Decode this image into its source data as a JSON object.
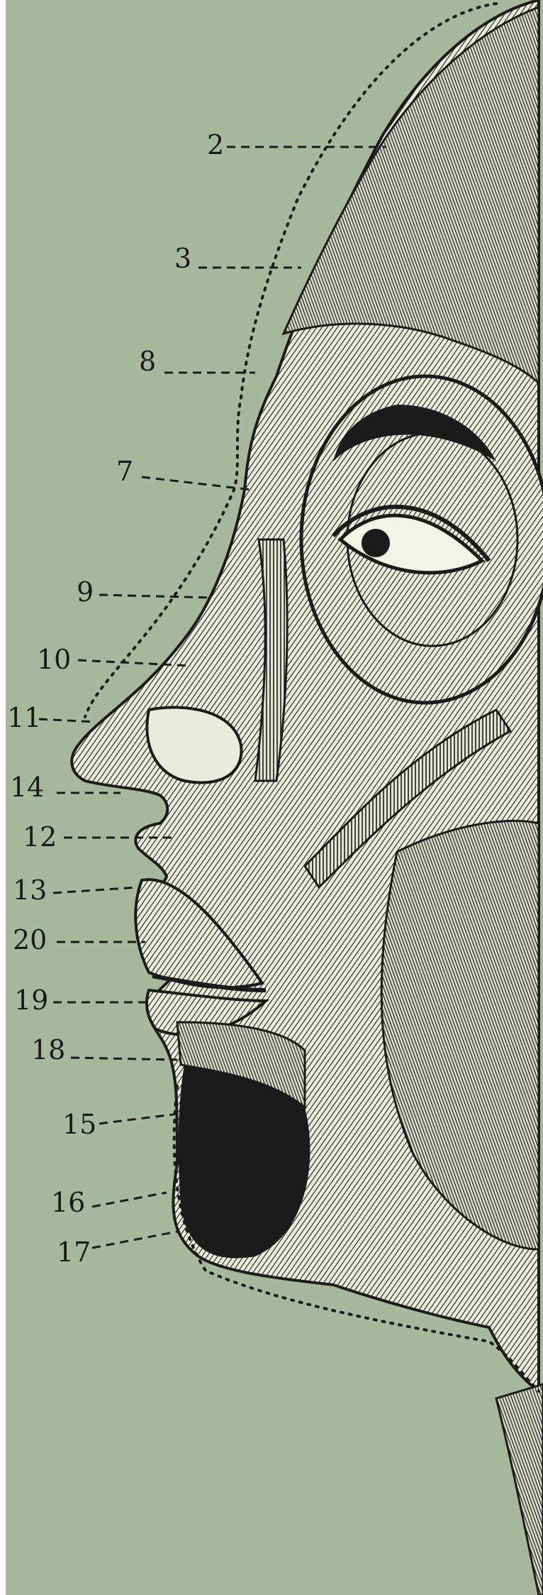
{
  "figure": {
    "background_color": "#a8b89c",
    "ink_color": "#1b1b1b",
    "labels": [
      {
        "id": "l2",
        "text": "2"
      },
      {
        "id": "l3",
        "text": "3"
      },
      {
        "id": "l8",
        "text": "8"
      },
      {
        "id": "l7",
        "text": "7"
      },
      {
        "id": "l9",
        "text": "9"
      },
      {
        "id": "l10",
        "text": "10"
      },
      {
        "id": "l11",
        "text": "11"
      },
      {
        "id": "l14",
        "text": "14"
      },
      {
        "id": "l12",
        "text": "12"
      },
      {
        "id": "l13",
        "text": "13"
      },
      {
        "id": "l20",
        "text": "20"
      },
      {
        "id": "l19",
        "text": "19"
      },
      {
        "id": "l18",
        "text": "18"
      },
      {
        "id": "l15",
        "text": "15"
      },
      {
        "id": "l16",
        "text": "16"
      },
      {
        "id": "l17",
        "text": "17"
      }
    ]
  }
}
